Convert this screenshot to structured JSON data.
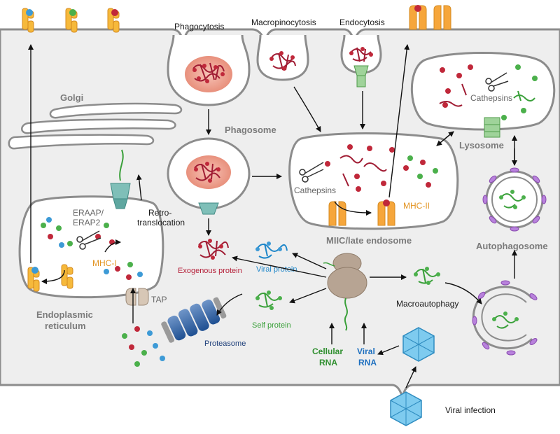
{
  "labels": {
    "phagocytosis": "Phagocytosis",
    "macropinocytosis": "Macropinocytosis",
    "endocytosis": "Endocytosis",
    "golgi": "Golgi",
    "phagosome": "Phagosome",
    "lysosome": "Lysosome",
    "cathepsins_lysosome": "Cathepsins",
    "cathepsins_endosome": "Cathepsins",
    "mhc2": "MHC-II",
    "miic": "MIIC/late endosome",
    "erap_line1": "ERAAP/",
    "erap_line2": "ERAP2",
    "retro_line1": "Retro-",
    "retro_line2": "translocation",
    "mhc1": "MHC-I",
    "er_line1": "Endoplasmic",
    "er_line2": "reticulum",
    "tap": "TAP",
    "exogenous": "Exogenous protein",
    "viral_protein": "Viral protein",
    "self_protein": "Self protein",
    "proteasome": "Proteasome",
    "macroautophagy": "Macroautophagy",
    "autophagosome": "Autophagosome",
    "cellular_rna_line1": "Cellular",
    "cellular_rna_line2": "RNA",
    "viral_rna_line1": "Viral",
    "viral_rna_line2": "RNA",
    "viral_infection": "Viral infection"
  },
  "colors": {
    "cytoplasm": "#eeeeee",
    "membrane": "#8c8c8c",
    "mhc": "#f6b93b",
    "exogenous_red": "#b5213a",
    "viral_blue": "#1d86c9",
    "self_green": "#3aa03a",
    "proteasome": "#1e4f91",
    "ribosome": "#b7a493",
    "autophagosome_purple": "#a25cc7",
    "virus": "#7ecbef"
  }
}
